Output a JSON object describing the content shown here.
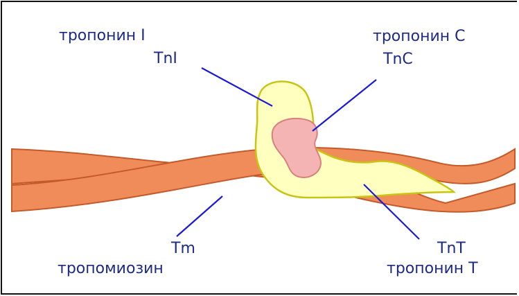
{
  "labels": {
    "troponin_i_name": "тропонин I",
    "troponin_i_abbr": "TnI",
    "troponin_c_name": "тропонин С",
    "troponin_c_abbr": "TnC",
    "tropomyosin_abbr": "Tm",
    "tropomyosin_name": "тропомиозин",
    "troponin_t_abbr": "TnT",
    "troponin_t_name": "тропонин Т"
  },
  "colors": {
    "label_text": "#1c2a86",
    "pointer_line": "#1a1ad6",
    "tropomyosin_fill": "#f08c5a",
    "tropomyosin_stroke": "#c45a2a",
    "troponin_fill": "#ffffc0",
    "troponin_stroke": "#c8c414",
    "troponin_c_fill": "#f4b4b4",
    "troponin_c_stroke": "#d88080"
  }
}
